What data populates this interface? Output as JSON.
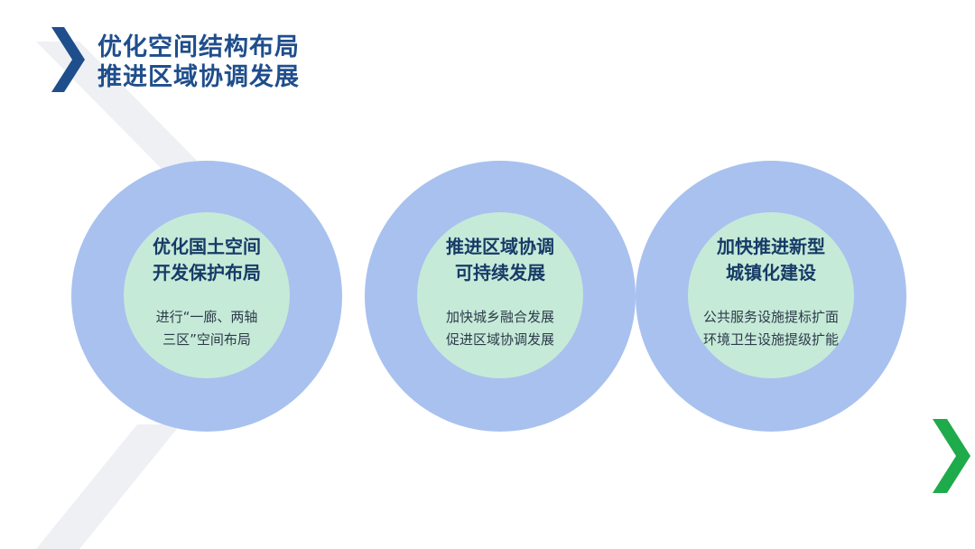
{
  "title": {
    "line1": "优化空间结构布局",
    "line2": "推进区域协调发展"
  },
  "circles": [
    {
      "heading": [
        "优化国土空间",
        "开发保护布局"
      ],
      "desc": [
        "进行“一廊、两轴",
        "三区”空间布局"
      ]
    },
    {
      "heading": [
        "推进区域协调",
        "可持续发展"
      ],
      "desc": [
        "加快城乡融合发展",
        "促进区域协调发展"
      ]
    },
    {
      "heading": [
        "加快推进新型",
        "城镇化建设"
      ],
      "desc": [
        "公共服务设施提标扩面",
        "环境卫生设施提级扩能"
      ]
    }
  ],
  "colors": {
    "title": "#1f4e8c",
    "outer_ring": "#a8c1ef",
    "inner_disc": "#c6ead8",
    "chevron_blue": "#1f4e8c",
    "chevron_green": "#1faa4b",
    "deco_stripe": "#eef0f4"
  },
  "icons": {
    "top_left": "chevron-right-icon",
    "bottom_right": "chevron-right-icon"
  }
}
